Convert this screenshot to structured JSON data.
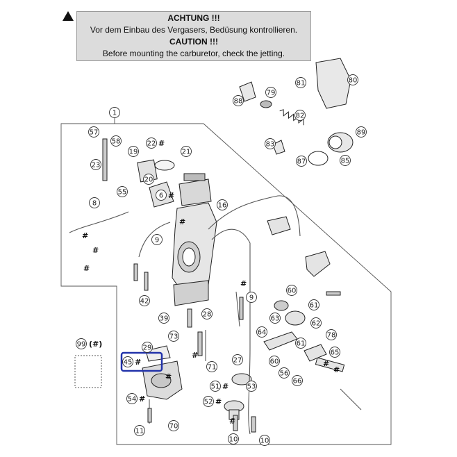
{
  "warning": {
    "line1": "ACHTUNG !!!",
    "line2": "Vor dem Einbau des Vergasers, Bedüsung kontrollieren.",
    "line3": "CAUTION !!!",
    "line4": "Before mounting the carburetor, check the jetting."
  },
  "hash_symbol": "#",
  "highlight_color": "#2233aa",
  "callouts": [
    {
      "id": "c1",
      "text": "1",
      "hash": false
    },
    {
      "id": "c57",
      "text": "57",
      "hash": false
    },
    {
      "id": "c58",
      "text": "58",
      "hash": false
    },
    {
      "id": "c19",
      "text": "19",
      "hash": false
    },
    {
      "id": "c22",
      "text": "22",
      "hash": true
    },
    {
      "id": "c21",
      "text": "21",
      "hash": false
    },
    {
      "id": "c23",
      "text": "23",
      "hash": false
    },
    {
      "id": "c20",
      "text": "20",
      "hash": false
    },
    {
      "id": "c55",
      "text": "55",
      "hash": false
    },
    {
      "id": "c6",
      "text": "6",
      "hash": true
    },
    {
      "id": "c8",
      "text": "8",
      "hash": false
    },
    {
      "id": "c16",
      "text": "16",
      "hash": false
    },
    {
      "id": "c9a",
      "text": "9",
      "hash": false
    },
    {
      "id": "c9b",
      "text": "9",
      "hash": false
    },
    {
      "id": "c42",
      "text": "42",
      "hash": false
    },
    {
      "id": "c39",
      "text": "39",
      "hash": false
    },
    {
      "id": "c28",
      "text": "28",
      "hash": false
    },
    {
      "id": "c73",
      "text": "73",
      "hash": false
    },
    {
      "id": "c71",
      "text": "71",
      "hash": false
    },
    {
      "id": "c27",
      "text": "27",
      "hash": false
    },
    {
      "id": "c29",
      "text": "29",
      "hash": false
    },
    {
      "id": "c45",
      "text": "45",
      "hash": true
    },
    {
      "id": "c99",
      "text": "99",
      "hash": false
    },
    {
      "id": "c54",
      "text": "54",
      "hash": true
    },
    {
      "id": "c11",
      "text": "11",
      "hash": false
    },
    {
      "id": "c70",
      "text": "70",
      "hash": false
    },
    {
      "id": "c51",
      "text": "51",
      "hash": true
    },
    {
      "id": "c53",
      "text": "53",
      "hash": false
    },
    {
      "id": "c52",
      "text": "52",
      "hash": true
    },
    {
      "id": "c10a",
      "text": "10",
      "hash": false
    },
    {
      "id": "c10b",
      "text": "10",
      "hash": false
    },
    {
      "id": "c60a",
      "text": "60",
      "hash": false
    },
    {
      "id": "c61a",
      "text": "61",
      "hash": false
    },
    {
      "id": "c63",
      "text": "63",
      "hash": false
    },
    {
      "id": "c62",
      "text": "62",
      "hash": false
    },
    {
      "id": "c64",
      "text": "64",
      "hash": false
    },
    {
      "id": "c78",
      "text": "78",
      "hash": false
    },
    {
      "id": "c61b",
      "text": "61",
      "hash": false
    },
    {
      "id": "c65",
      "text": "65",
      "hash": false
    },
    {
      "id": "c60b",
      "text": "60",
      "hash": false
    },
    {
      "id": "c56",
      "text": "56",
      "hash": false
    },
    {
      "id": "c66",
      "text": "66",
      "hash": false
    },
    {
      "id": "c88",
      "text": "88",
      "hash": false
    },
    {
      "id": "c79",
      "text": "79",
      "hash": false
    },
    {
      "id": "c81",
      "text": "81",
      "hash": false
    },
    {
      "id": "c80",
      "text": "80",
      "hash": false
    },
    {
      "id": "c82",
      "text": "82",
      "hash": false
    },
    {
      "id": "c83",
      "text": "83",
      "hash": false
    },
    {
      "id": "c87",
      "text": "87",
      "hash": false
    },
    {
      "id": "c85",
      "text": "85",
      "hash": false
    },
    {
      "id": "c89",
      "text": "89",
      "hash": false
    }
  ],
  "callout_99_suffix": "(#)"
}
